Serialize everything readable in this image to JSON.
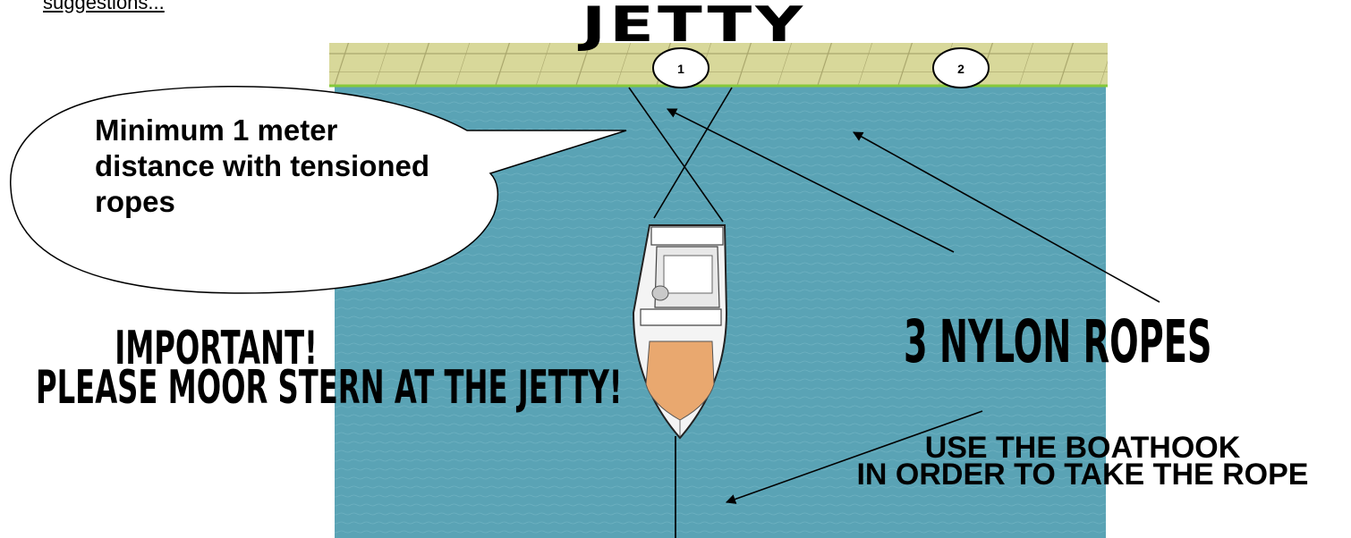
{
  "header_text": "suggestions...",
  "title": "JETTY",
  "bollards": [
    "1",
    "2"
  ],
  "callout_text": "Minimum 1 meter distance with tensioned ropes",
  "important_line1": "IMPORTANT!",
  "important_line2": "PLEASE MOOR STERN AT THE JETTY!",
  "ropes_label": "3 NYLON ROPES",
  "boathook_line1": "USE THE BOATHOOK",
  "boathook_line2": "IN ORDER TO TAKE THE ROPE",
  "colors": {
    "water": "#5aa3b5",
    "jetty": "#d6d69a",
    "jetty_edge": "#8ccf3a",
    "boat_deck": "#e9a86f"
  }
}
